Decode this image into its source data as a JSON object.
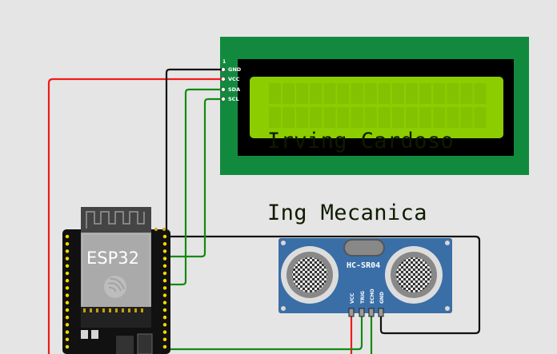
{
  "lcd": {
    "line1": "Irving Cardoso",
    "line2": "Ing Mecanica",
    "pin_index": "1",
    "pins": [
      "GND",
      "VCC",
      "SDA",
      "SCL"
    ]
  },
  "esp32": {
    "label": "ESP32"
  },
  "sensor": {
    "label": "HC-SR04",
    "pins": [
      "VCC",
      "TRIG",
      "ECHO",
      "GND"
    ]
  },
  "colors": {
    "background": "#e5e5e5",
    "lcd_board": "#128a3e",
    "lcd_screen": "#8ccd00",
    "wire_power": "#ee1c1c",
    "wire_ground": "#111111",
    "wire_signal": "#138a13",
    "sensor_board": "#3a6ea6"
  }
}
